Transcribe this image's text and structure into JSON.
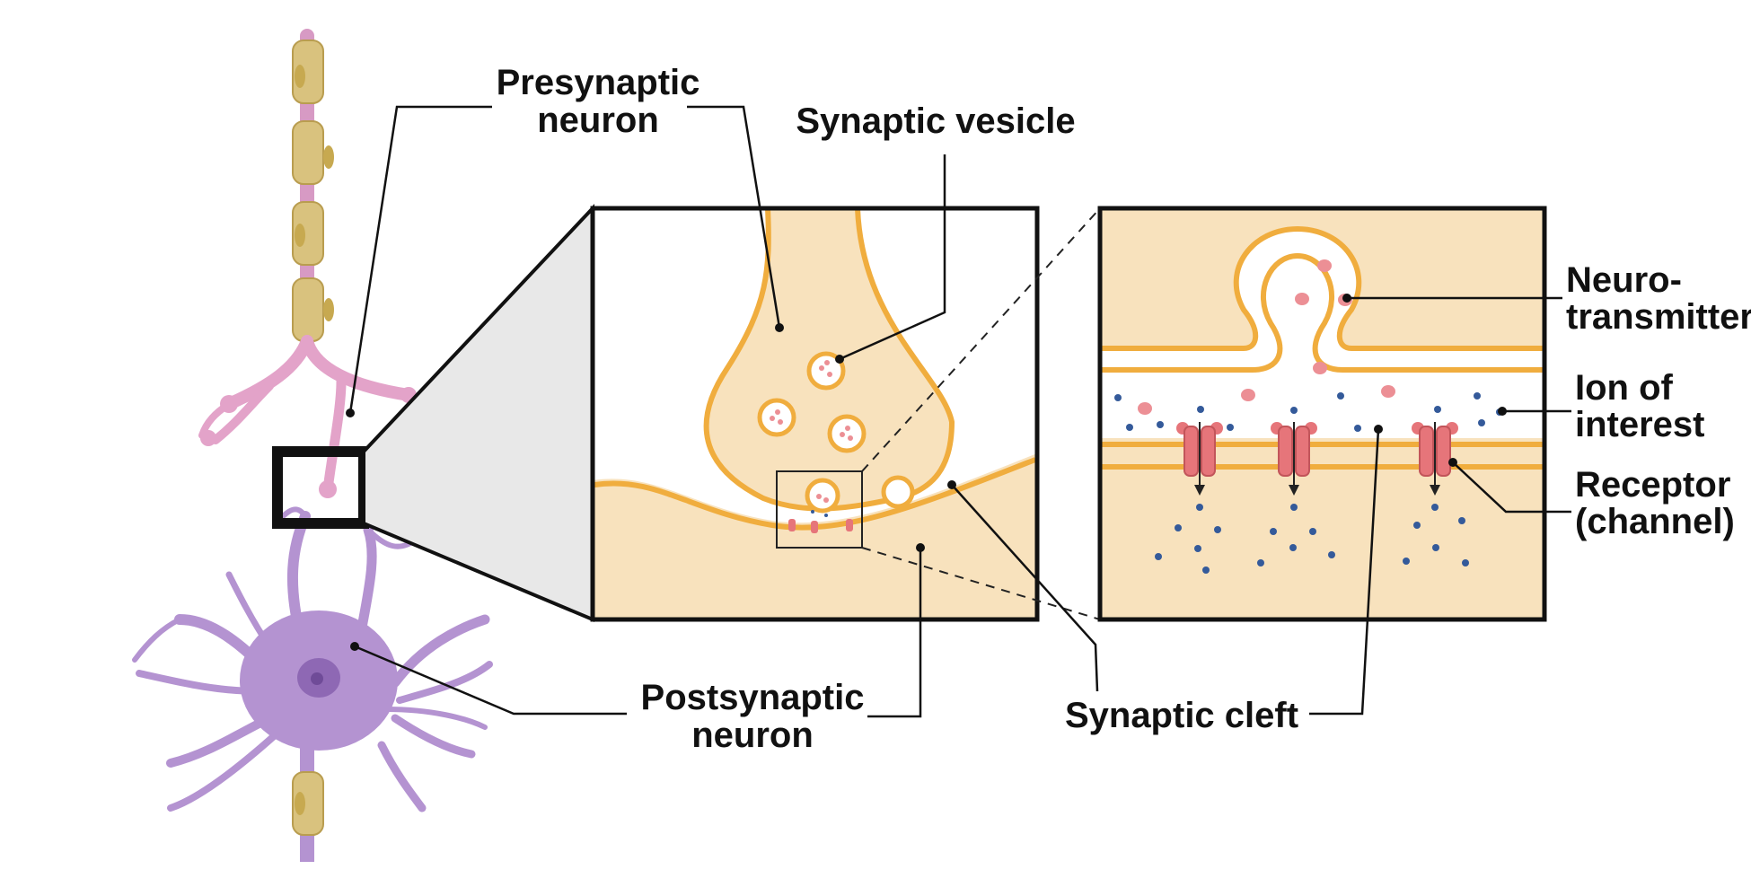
{
  "labels": {
    "presynaptic_line1": "Presynaptic",
    "presynaptic_line2": "neuron",
    "synaptic_vesicle": "Synaptic vesicle",
    "postsynaptic_line1": "Postsynaptic",
    "postsynaptic_line2": "neuron",
    "synaptic_cleft": "Synaptic cleft",
    "neurotransmitter_line1": "Neuro-",
    "neurotransmitter_line2": "transmitter",
    "ion_line1": "Ion of",
    "ion_line2": "interest",
    "receptor_line1": "Receptor",
    "receptor_line2": "(channel)"
  },
  "colors": {
    "myelin": "#d9c27e",
    "axon_pink": "#d79ac4",
    "dendrite_pink": "#e3a3c9",
    "soma_purple": "#b493d1",
    "soma_nucleus": "#8e68b4",
    "panel_fill": "#f8e2bd",
    "membrane": "#f0ad3e",
    "neurotransmitter": "#ec8f95",
    "ion": "#345a9a",
    "receptor": "#e6757a",
    "zoom_wedge": "#e8e8e8"
  }
}
